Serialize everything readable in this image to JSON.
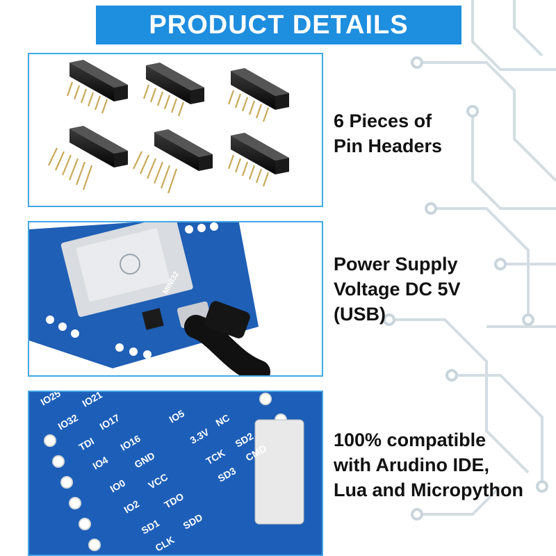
{
  "banner": {
    "title": "PRODUCT DETAILS"
  },
  "features": [
    {
      "caption": "6 Pieces of\nPin Headers"
    },
    {
      "caption": "Power Supply\nVoltage  DC 5V\n(USB)"
    },
    {
      "caption": "100% compatible\nwith Arudino IDE,\nLua and Micropython"
    }
  ],
  "board_labels": {
    "module": "MINI32",
    "pins": [
      "IO25",
      "IO21",
      "IO32",
      "IO17",
      "IO5",
      "TDI",
      "IO16",
      "3.3V",
      "NC",
      "IO4",
      "GND",
      "TCK",
      "SD2",
      "IO0",
      "VCC",
      "SD3",
      "CMD",
      "IO2",
      "TDO",
      "SD1",
      "SDD",
      "CLK"
    ]
  },
  "colors": {
    "banner": "#1e8ede",
    "panel_border": "#43a7e6",
    "pcb": "#1f5fb5",
    "text": "#111111"
  }
}
